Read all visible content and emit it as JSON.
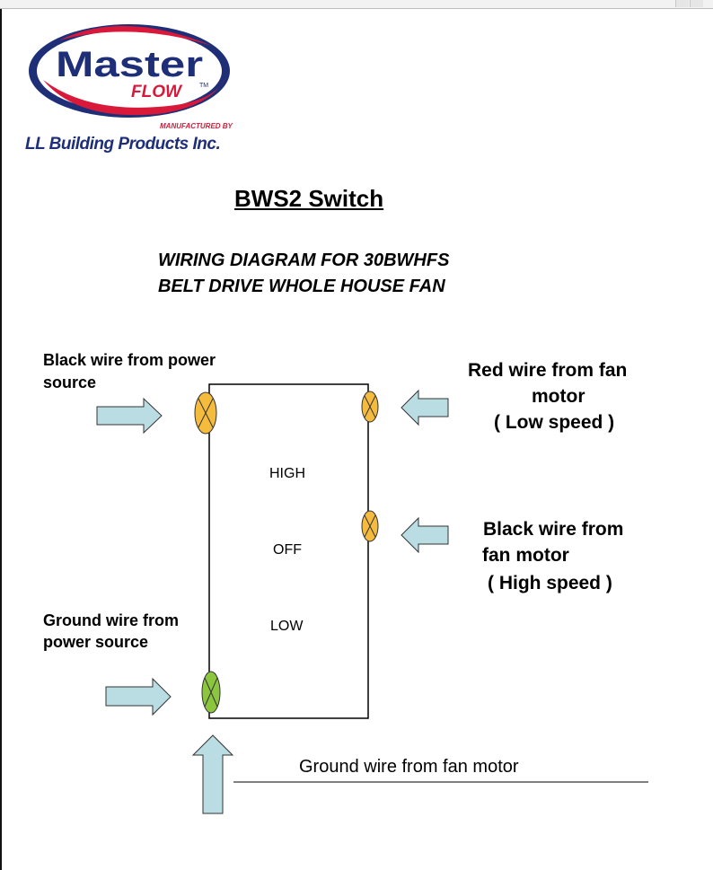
{
  "logo": {
    "brand_top": "Master",
    "brand_bottom": "FLOW",
    "trademark": "TM",
    "manufactured_by": "MANUFACTURED BY",
    "company": "LL Building Products Inc."
  },
  "title": "BWS2 Switch",
  "subtitle_line1": "WIRING DIAGRAM FOR 30BWHFS",
  "subtitle_line2": "BELT DRIVE WHOLE HOUSE FAN",
  "switch": {
    "positions": [
      "HIGH",
      "OFF",
      "LOW"
    ]
  },
  "labels": {
    "black_power_1": "Black wire from power",
    "black_power_2": "source",
    "red_motor_1": "Red wire from fan",
    "red_motor_2": "motor",
    "red_motor_3": "( Low speed )",
    "black_motor_1": "Black wire from",
    "black_motor_2": "fan motor",
    "black_motor_3": "( High speed )",
    "ground_power_1": "Ground wire from",
    "ground_power_2": "power source",
    "ground_motor": "Ground wire from fan motor"
  },
  "colors": {
    "arrow_fill": "#b9dde2",
    "terminal_orange": "#f4bb3c",
    "terminal_green": "#8cc63f",
    "logo_blue": "#1e2f78",
    "logo_red": "#d8193a"
  }
}
